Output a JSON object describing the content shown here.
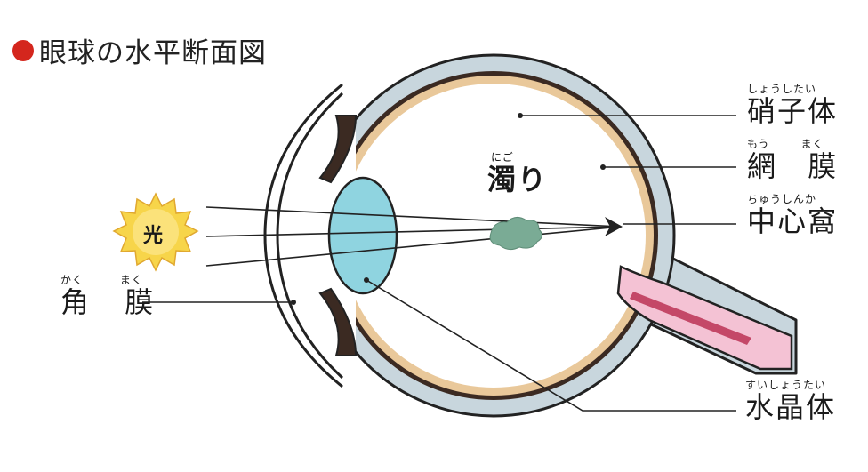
{
  "title": "眼球の水平断面図",
  "sun_label": "光",
  "cloud_label": {
    "ruby": "にご",
    "main": "濁り"
  },
  "labels": {
    "vitreous": {
      "ruby": "しょうしたい",
      "main": "硝子体"
    },
    "retina": {
      "ruby_a": "もう",
      "ruby_b": "まく",
      "main_a": "網",
      "main_b": "膜"
    },
    "fovea": {
      "ruby": "ちゅうしんか",
      "main": "中心窩"
    },
    "cornea": {
      "ruby_a": "かく",
      "ruby_b": "まく",
      "main_a": "角",
      "main_b": "膜"
    },
    "lens": {
      "ruby": "すいしょうたい",
      "main": "水晶体"
    }
  },
  "colors": {
    "title_dot": "#d4261d",
    "sclera": "#c8d6dd",
    "choroid": "#3b2a22",
    "retina": "#e9c89a",
    "lens": "#8fd4e0",
    "nerve": "#f4c2d4",
    "opacity": "#7aab95",
    "sun": "#f7d54a"
  }
}
